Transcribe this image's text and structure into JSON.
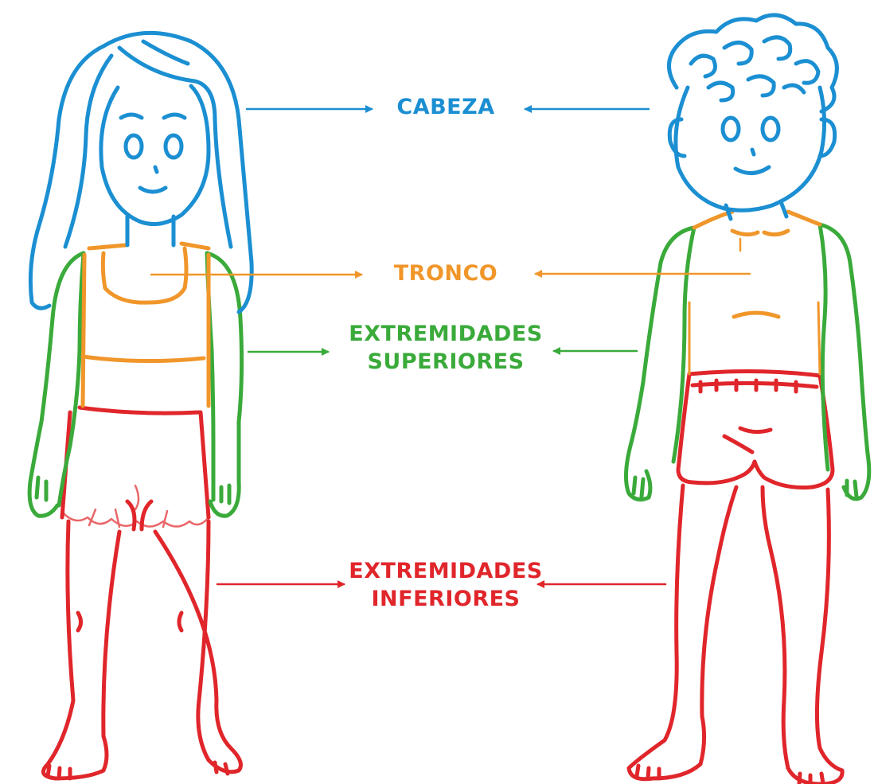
{
  "labels": {
    "head": {
      "line1": "CABEZA"
    },
    "trunk": {
      "line1": "TRONCO"
    },
    "upper_limbs": {
      "line1": "EXTREMIDADES",
      "line2": "SUPERIORES"
    },
    "lower_limbs": {
      "line1": "EXTREMIDADES",
      "line2": "INFERIORES"
    }
  },
  "colors": {
    "head": "#1b8fd2",
    "trunk": "#f0962a",
    "upper_limbs": "#3aaa3a",
    "lower_limbs": "#e0262b"
  },
  "figures": [
    "girl",
    "boy"
  ]
}
